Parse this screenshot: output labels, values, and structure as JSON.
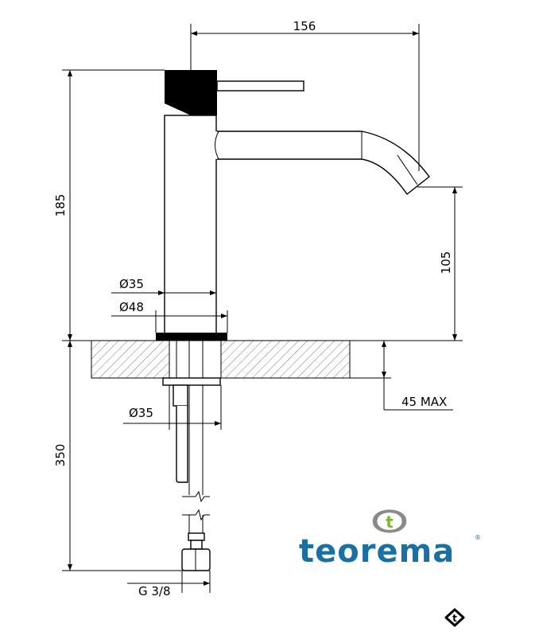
{
  "drawing": {
    "dimensions": {
      "spout_reach": "156",
      "total_height": "185",
      "spout_height": "105",
      "body_diameter": "Ø35",
      "base_diameter": "Ø48",
      "max_thickness": "45 MAX",
      "shank_diameter": "Ø35",
      "hose_length": "350",
      "connection": "G 3/8"
    }
  },
  "brand": {
    "name": "teorema",
    "registered": "®",
    "logo_letter": "t",
    "text_color": "#1a6fa3",
    "logo_green": "#7ab929",
    "logo_gray": "#8a8a8a"
  }
}
